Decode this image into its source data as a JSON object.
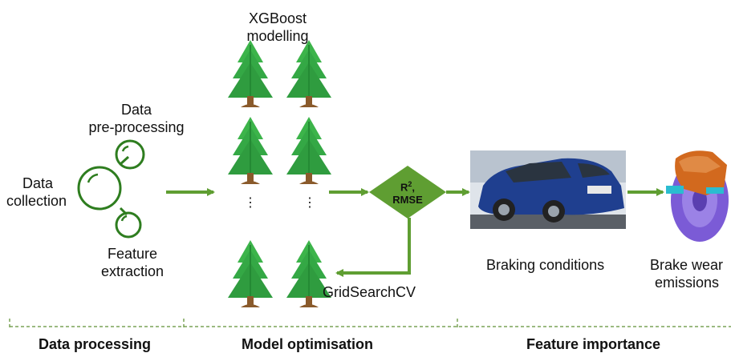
{
  "labels": {
    "xgboost_line1": "XGBoost",
    "xgboost_line2": "modelling",
    "preproc_line1": "Data",
    "preproc_line2": "pre-processing",
    "collection_line1": "Data",
    "collection_line2": "collection",
    "feature_line1": "Feature",
    "feature_line2": "extraction",
    "metric_r2": "R",
    "metric_r2_sup": "2",
    "metric_comma": ",",
    "metric_rmse": "RMSE",
    "gridsearch": "GridSearchCV",
    "braking": "Braking conditions",
    "brake_line1": "Brake wear",
    "brake_line2": "emissions",
    "ellipsis": "⋮"
  },
  "sections": {
    "data_processing": "Data processing",
    "model_optimisation": "Model optimisation",
    "feature_importance": "Feature importance"
  },
  "colors": {
    "green": "#5f9e32",
    "dark_green": "#2e7d1f",
    "tree": "#3cb44a",
    "tree_dark": "#248a34",
    "trunk": "#8a5a2b",
    "car_blue": "#1f3f8f",
    "caliper": "#d2691e",
    "disc": "#7b5bd6",
    "dashed": "#7aa356"
  },
  "icons": {
    "node_graph": "network-node-icon",
    "tree": "tree-icon",
    "car": "car-image",
    "brake": "brake-disc-image"
  }
}
